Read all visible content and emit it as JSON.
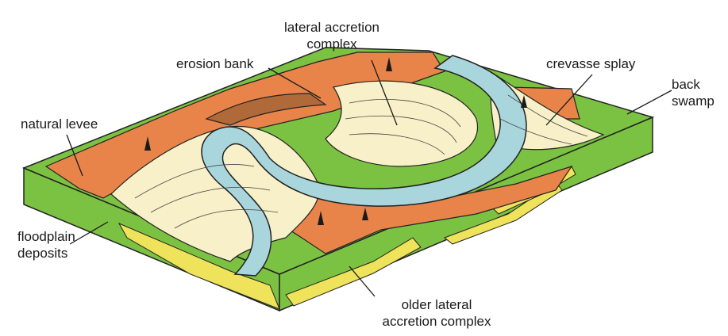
{
  "labels": {
    "lateral_accretion_complex": [
      "lateral accretion",
      "complex"
    ],
    "erosion_bank": "erosion bank",
    "crevasse_splay": "crevasse splay",
    "back_swamp": [
      "back",
      "swamp"
    ],
    "natural_levee": "natural levee",
    "floodplain_deposits": [
      "floodplain",
      "deposits"
    ],
    "older_lateral_accretion_complex": [
      "older lateral",
      "accretion complex"
    ]
  },
  "colors": {
    "floodplain_green": "#7cc242",
    "levee_orange": "#e8844a",
    "point_bar_cream": "#f7f0c8",
    "river_blue": "#a9d6dc",
    "older_deposit_yellow": "#eee35a",
    "bank_brown": "#b06a3a",
    "outline": "#222222"
  }
}
